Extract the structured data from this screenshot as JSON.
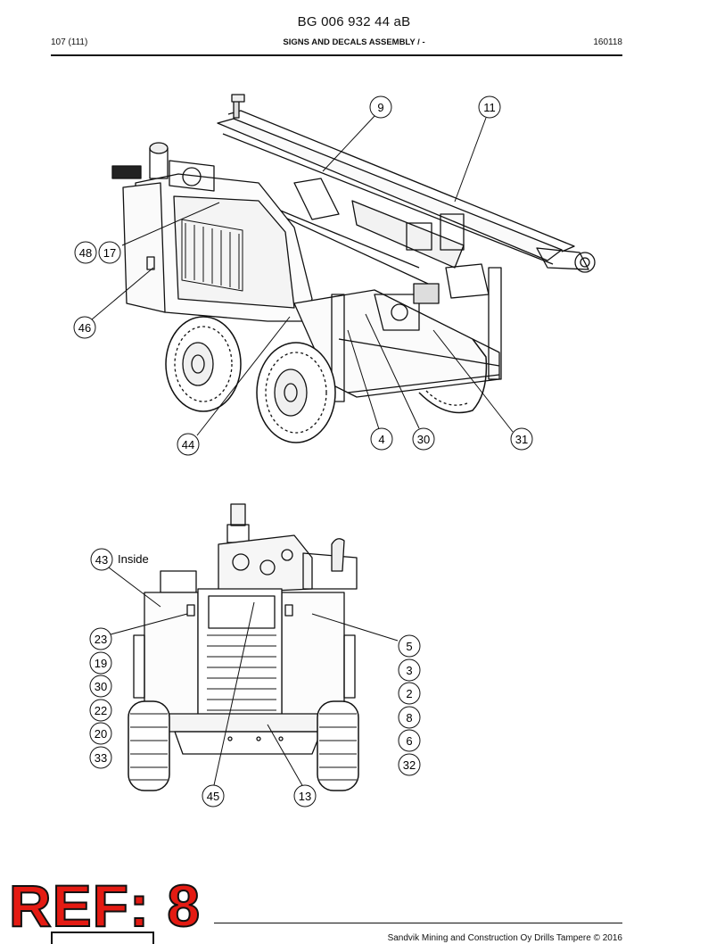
{
  "header": {
    "doc_title": "BG 006 932 44 aB",
    "page": "107 (111)",
    "section_title": "SIGNS AND DECALS ASSEMBLY / -",
    "code": "160118"
  },
  "callouts_top": [
    "9",
    "11",
    "48",
    "17",
    "46",
    "44",
    "4",
    "30",
    "31"
  ],
  "callouts_bottom": {
    "inside_ref": "43",
    "inside_label": "Inside",
    "left": [
      "23",
      "19",
      "30",
      "22",
      "20",
      "33"
    ],
    "right": [
      "5",
      "3",
      "2",
      "8",
      "6",
      "32"
    ],
    "below": [
      "45",
      "13"
    ]
  },
  "stamp": "REF: 8",
  "footer": "Sandvik Mining and Construction Oy Drills Tampere © 2016"
}
